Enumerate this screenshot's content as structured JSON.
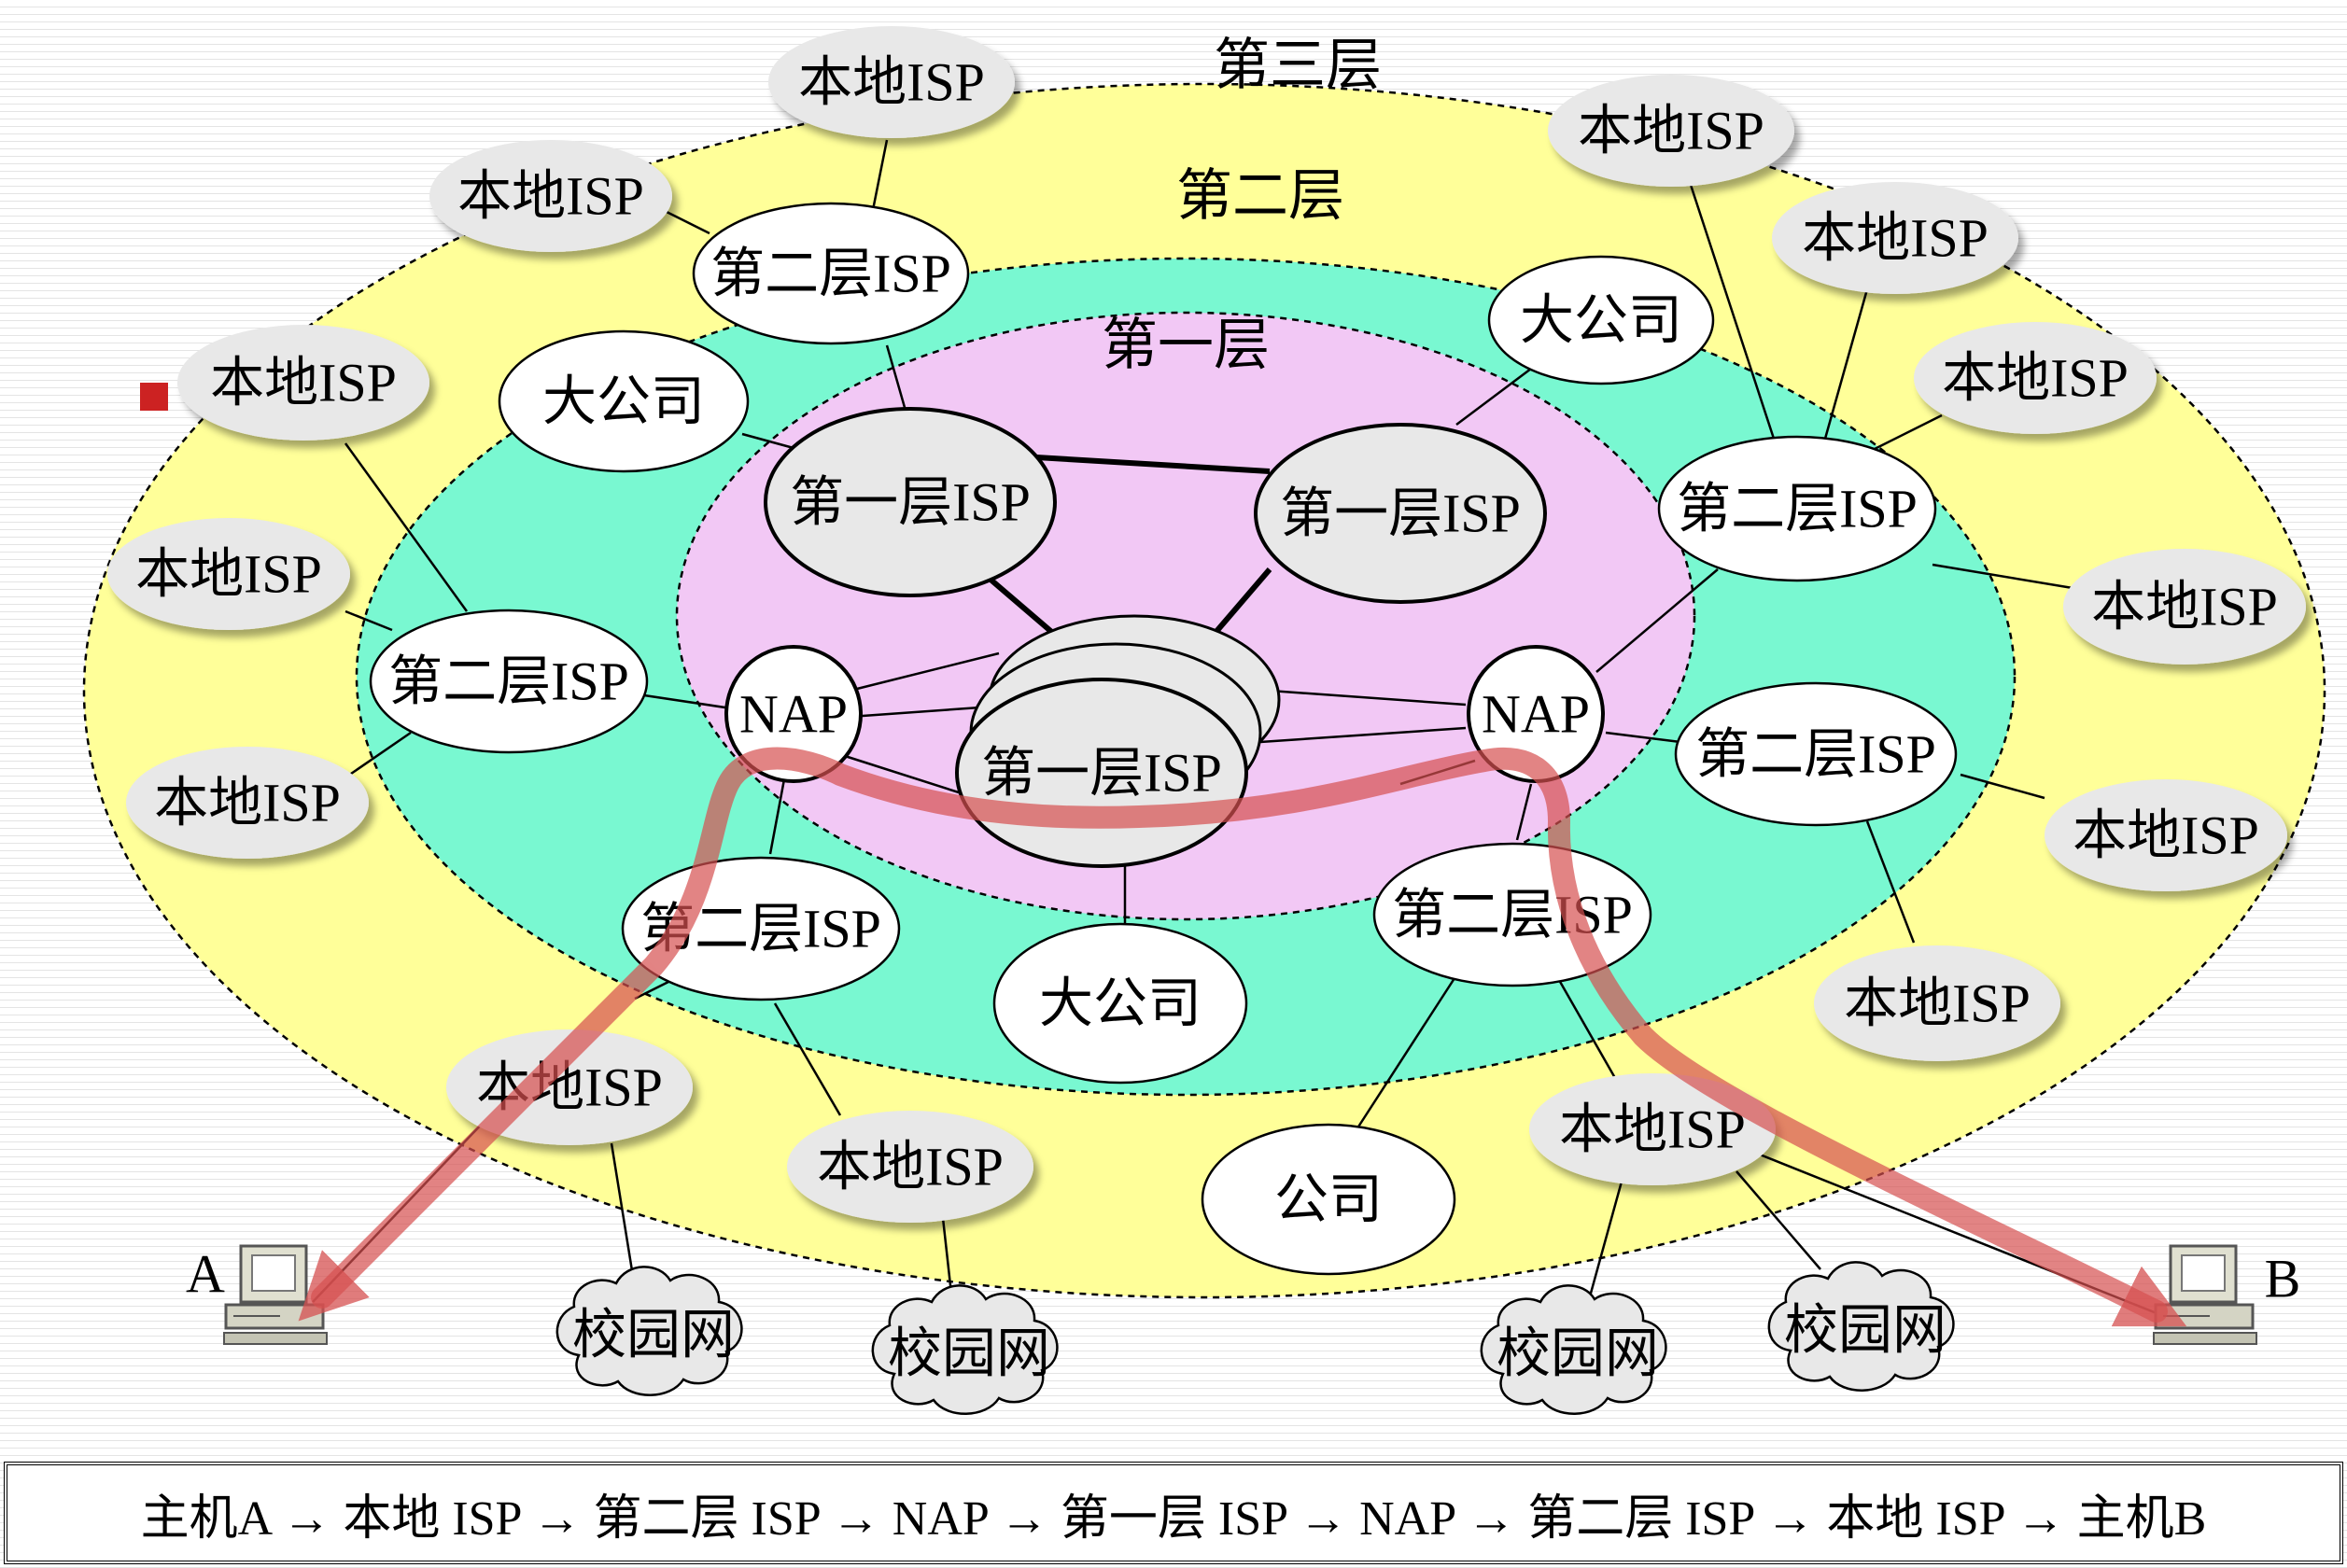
{
  "layers": {
    "tier3": "第三层",
    "tier2": "第二层",
    "tier1": "第一层"
  },
  "nodes": {
    "tier1_isp_left": "第一层ISP",
    "tier1_isp_right": "第一层ISP",
    "tier1_isp_center": "第一层ISP",
    "nap_left": "NAP",
    "nap_right": "NAP",
    "tier2_isp_top": "第二层ISP",
    "tier2_isp_left": "第二层ISP",
    "tier2_isp_bottom_left": "第二层ISP",
    "tier2_isp_bottom_right": "第二层ISP",
    "tier2_isp_right_mid": "第二层ISP",
    "tier2_isp_right_top": "第二层ISP",
    "big_company_left": "大公司",
    "big_company_top_right": "大公司",
    "big_company_bottom": "大公司",
    "company": "公司",
    "local_isp_1": "本地ISP",
    "local_isp_2": "本地ISP",
    "local_isp_3": "本地ISP",
    "local_isp_4": "本地ISP",
    "local_isp_5": "本地ISP",
    "local_isp_6": "本地ISP",
    "local_isp_7": "本地ISP",
    "local_isp_8": "本地ISP",
    "local_isp_9": "本地ISP",
    "local_isp_10": "本地ISP",
    "local_isp_11": "本地ISP",
    "local_isp_12": "本地ISP",
    "local_isp_13": "本地ISP",
    "local_isp_14": "本地ISP",
    "campus_1": "校园网",
    "campus_2": "校园网",
    "campus_3": "校园网",
    "campus_4": "校园网",
    "host_a": "A",
    "host_b": "B"
  },
  "caption": "主机A → 本地 ISP → 第二层 ISP → NAP → 第一层 ISP → NAP → 第二层 ISP → 本地 ISP → 主机B",
  "colors": {
    "tier3_fill": "#ffff99",
    "tier2_fill": "#79f8d1",
    "tier1_fill": "#f2c8f5",
    "node_fill": "#ffffff",
    "tier1_node_fill": "#e8e8e8",
    "local_isp_fill": "#e8e8e8",
    "path": "#d65050"
  }
}
